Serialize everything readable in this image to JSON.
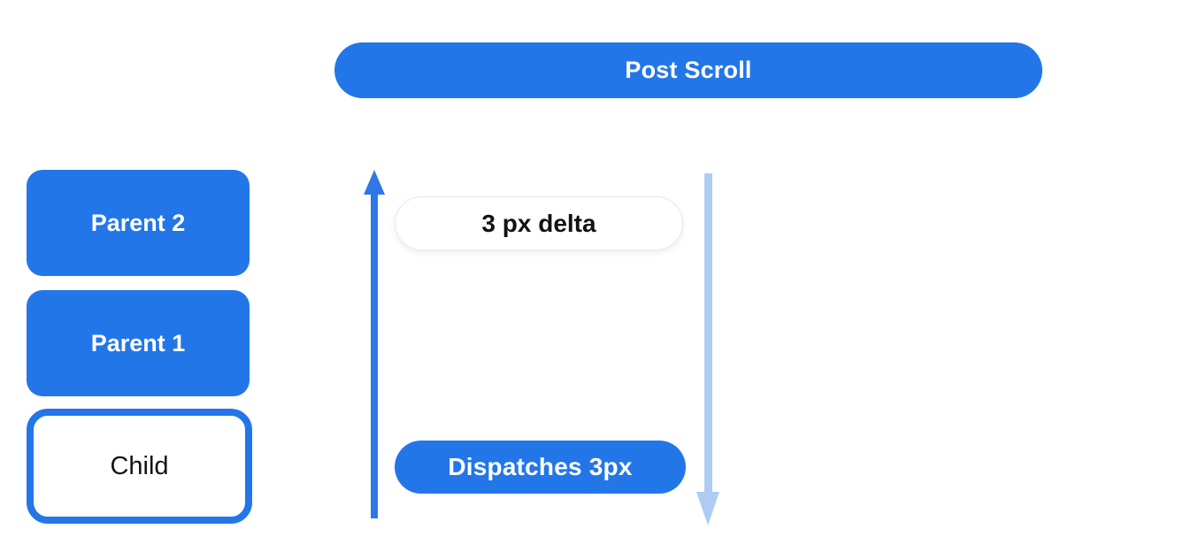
{
  "diagram": {
    "header": {
      "label": "Post Scroll"
    },
    "boxes": [
      {
        "label": "Parent 2",
        "variant": "blue"
      },
      {
        "label": "Parent 1",
        "variant": "blue"
      },
      {
        "label": "Child",
        "variant": "outline"
      }
    ],
    "annotations": {
      "delta_label": "3 px delta",
      "dispatch_label": "Dispatches 3px"
    },
    "icons": {
      "up_arrow": "up-arrow-icon",
      "down_arrow": "down-arrow-icon"
    },
    "colors": {
      "accent_blue": "#2376e8",
      "arrow_blue": "#2f76e6",
      "light_arrow_blue": "#aecbf4",
      "text_dark": "#141414",
      "text_white": "#ffffff",
      "background": "#ffffff"
    }
  }
}
